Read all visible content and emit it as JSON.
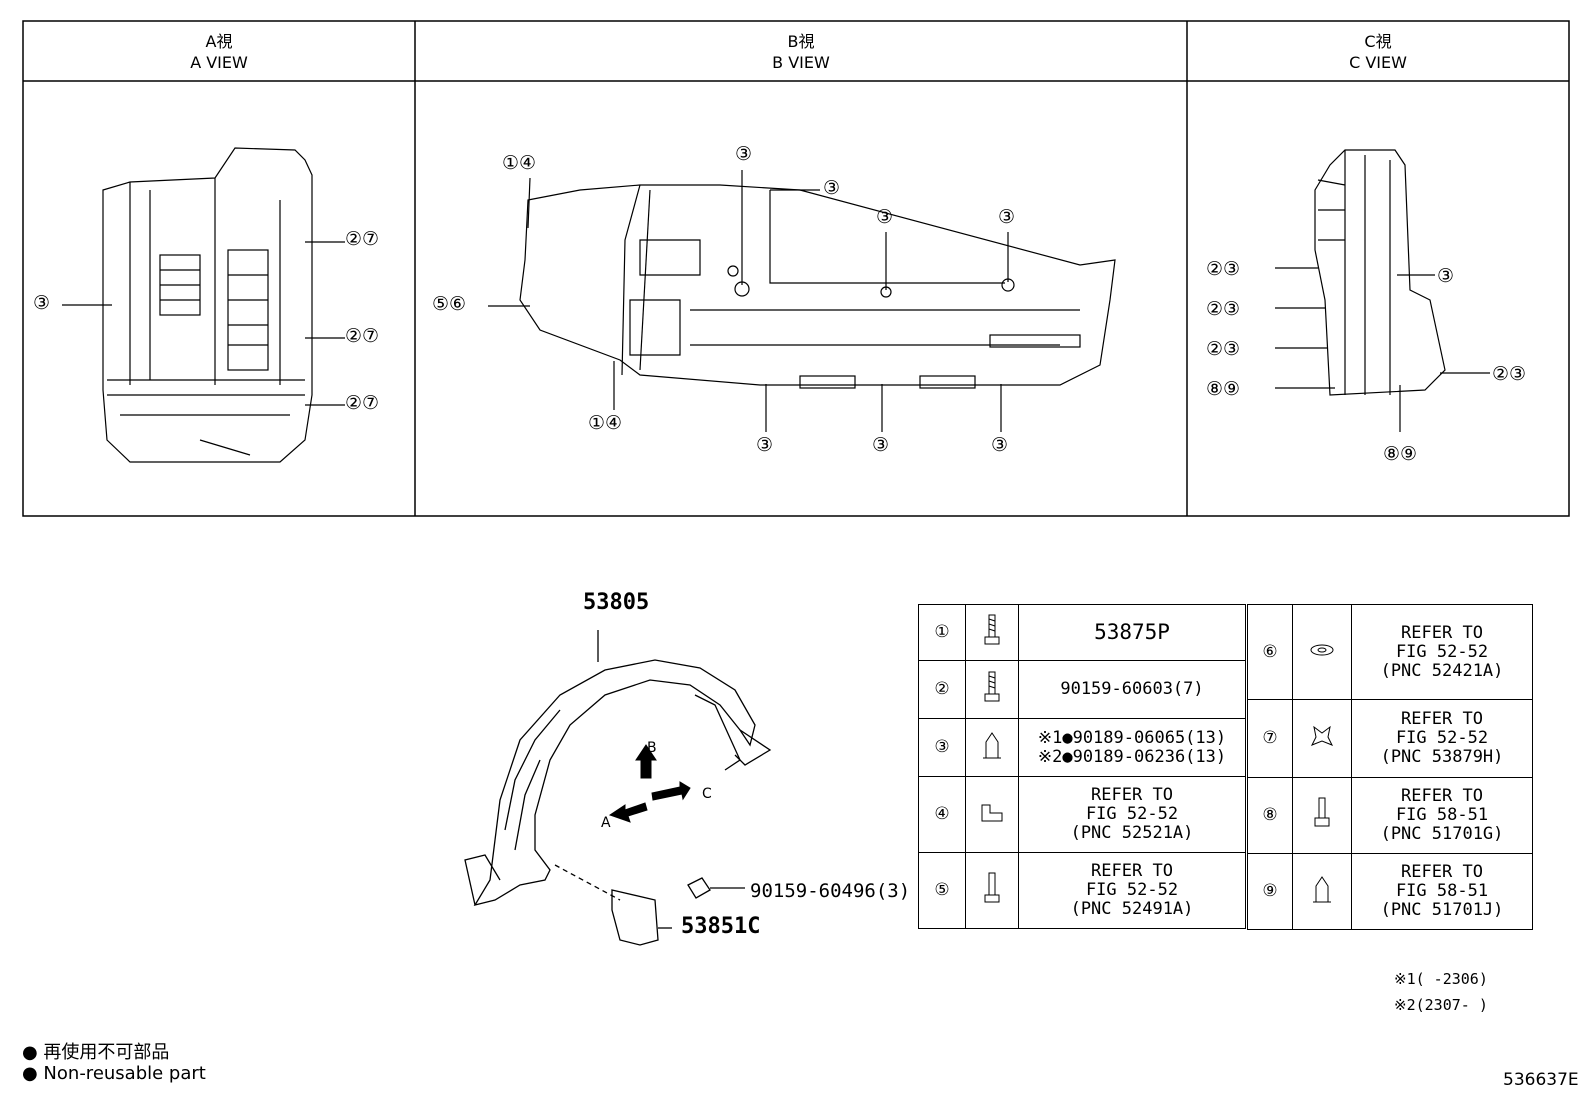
{
  "views": [
    {
      "label_jp": "A視",
      "label_en": "A VIEW"
    },
    {
      "label_jp": "B視",
      "label_en": "B VIEW"
    },
    {
      "label_jp": "C視",
      "label_en": "C VIEW"
    }
  ],
  "callouts": {
    "a_27_1": "②⑦",
    "a_27_2": "②⑦",
    "a_27_3": "②⑦",
    "a_3": "③",
    "b_14_top": "①④",
    "b_56": "⑤⑥",
    "b_14_bottom": "①④",
    "b_3_a": "③",
    "b_3_b": "③",
    "b_3_c": "③",
    "b_3_d": "③",
    "b_3_e": "③",
    "b_3_f": "③",
    "b_3_g": "③",
    "c_23_1": "②③",
    "c_23_2": "②③",
    "c_23_3": "②③",
    "c_89_left": "⑧⑨",
    "c_3": "③",
    "c_23_right": "②③",
    "c_89_bottom": "⑧⑨"
  },
  "parts": {
    "liner": "53805",
    "flap": "53851C",
    "screw": "90159-60496(3)"
  },
  "arrow_labels": {
    "a": "A",
    "b": "B",
    "c": "C"
  },
  "legend": {
    "left": [
      {
        "num": "①",
        "icon": "screw-icon",
        "lines": [
          "53875P"
        ]
      },
      {
        "num": "②",
        "icon": "screw-icon",
        "lines": [
          "90159-60603(7)"
        ]
      },
      {
        "num": "③",
        "icon": "nut-icon",
        "lines": [
          "※1●90189-06065(13)",
          "※2●90189-06236(13)"
        ]
      },
      {
        "num": "④",
        "icon": "clip-icon",
        "lines": [
          "REFER TO",
          "FIG 52-52",
          "(PNC 52521A)"
        ]
      },
      {
        "num": "⑤",
        "icon": "screw-icon",
        "lines": [
          "REFER TO",
          "FIG 52-52",
          "(PNC 52491A)"
        ]
      }
    ],
    "right": [
      {
        "num": "⑥",
        "icon": "washer-icon",
        "lines": [
          "REFER TO",
          "FIG 52-52",
          "(PNC 52421A)"
        ]
      },
      {
        "num": "⑦",
        "icon": "clip-icon",
        "lines": [
          "REFER TO",
          "FIG 52-52",
          "(PNC 53879H)"
        ]
      },
      {
        "num": "⑧",
        "icon": "bolt-icon",
        "lines": [
          "REFER TO",
          "FIG 58-51",
          "(PNC 51701G)"
        ]
      },
      {
        "num": "⑨",
        "icon": "nut-icon",
        "lines": [
          "REFER TO",
          "FIG 58-51",
          "(PNC 51701J)"
        ]
      }
    ]
  },
  "notes": {
    "n1": "※1(     -2306)",
    "n2": "※2(2307-     )"
  },
  "footer": {
    "jp": "● 再使用不可部品",
    "en": "● Non-reusable part",
    "code": "536637E"
  }
}
